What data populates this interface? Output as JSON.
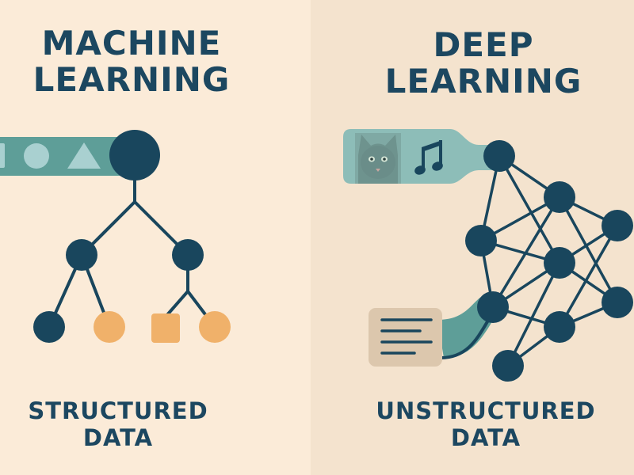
{
  "left": {
    "title_line1": "MACHINE",
    "title_line2": "LEARNING",
    "subtitle_line1": "STRUCTURED",
    "subtitle_line2": "DATA",
    "input_shapes": [
      "square",
      "circle",
      "triangle"
    ],
    "tree": {
      "root": "dark-circle",
      "children": [
        "dark-circle",
        "dark-circle"
      ],
      "leaves": [
        "dark-circle",
        "orange-circle",
        "orange-square",
        "orange-circle"
      ]
    }
  },
  "right": {
    "title_line1": "DEEP",
    "title_line2": "LEARNING",
    "subtitle_line1": "UNSTRUCTURED",
    "subtitle_line2": "DATA",
    "inputs": [
      "cat-image",
      "music-note",
      "text-document"
    ],
    "network_nodes": 9
  },
  "colors": {
    "bg_left": "#FBEBD8",
    "bg_right": "#F4E3CE",
    "navy": "#1C4760",
    "node": "#19465D",
    "teal": "#5E9E98",
    "teal_light": "#8DBDB8",
    "shape_light": "#A9D0D0",
    "orange": "#F0B16A",
    "doc": "#DCC7AD"
  }
}
